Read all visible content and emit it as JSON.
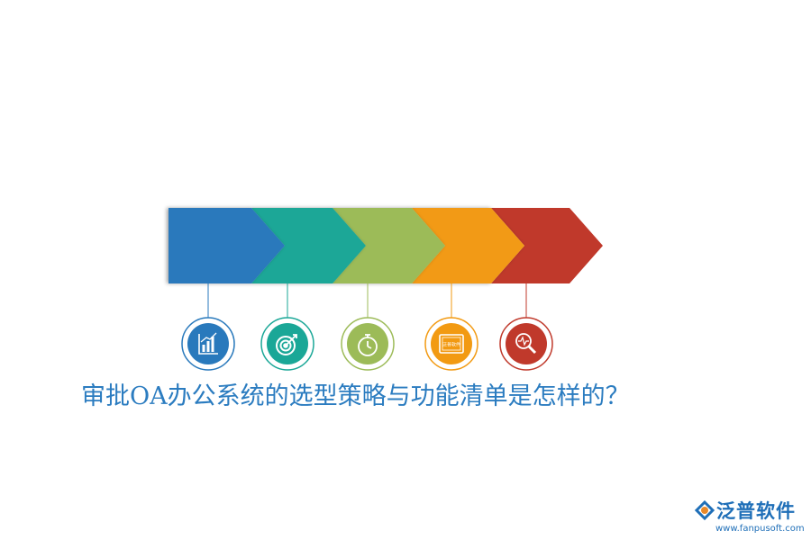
{
  "title": "审批OA办公系统的选型策略与功能清单是怎样的？",
  "steps": [
    {
      "color": "#2979bc",
      "icon": "bar-chart-icon"
    },
    {
      "color": "#1aa797",
      "icon": "target-icon"
    },
    {
      "color": "#9cbb58",
      "icon": "stopwatch-icon"
    },
    {
      "color": "#f29a12",
      "icon": "monitor-icon",
      "icon_text": "泛普软件"
    },
    {
      "color": "#c0392b",
      "icon": "magnifier-icon"
    }
  ],
  "logo": {
    "name": "泛普软件",
    "url": "www.fanpusoft.com",
    "accent": "#e8892a",
    "brand": "#1f6fb8"
  }
}
